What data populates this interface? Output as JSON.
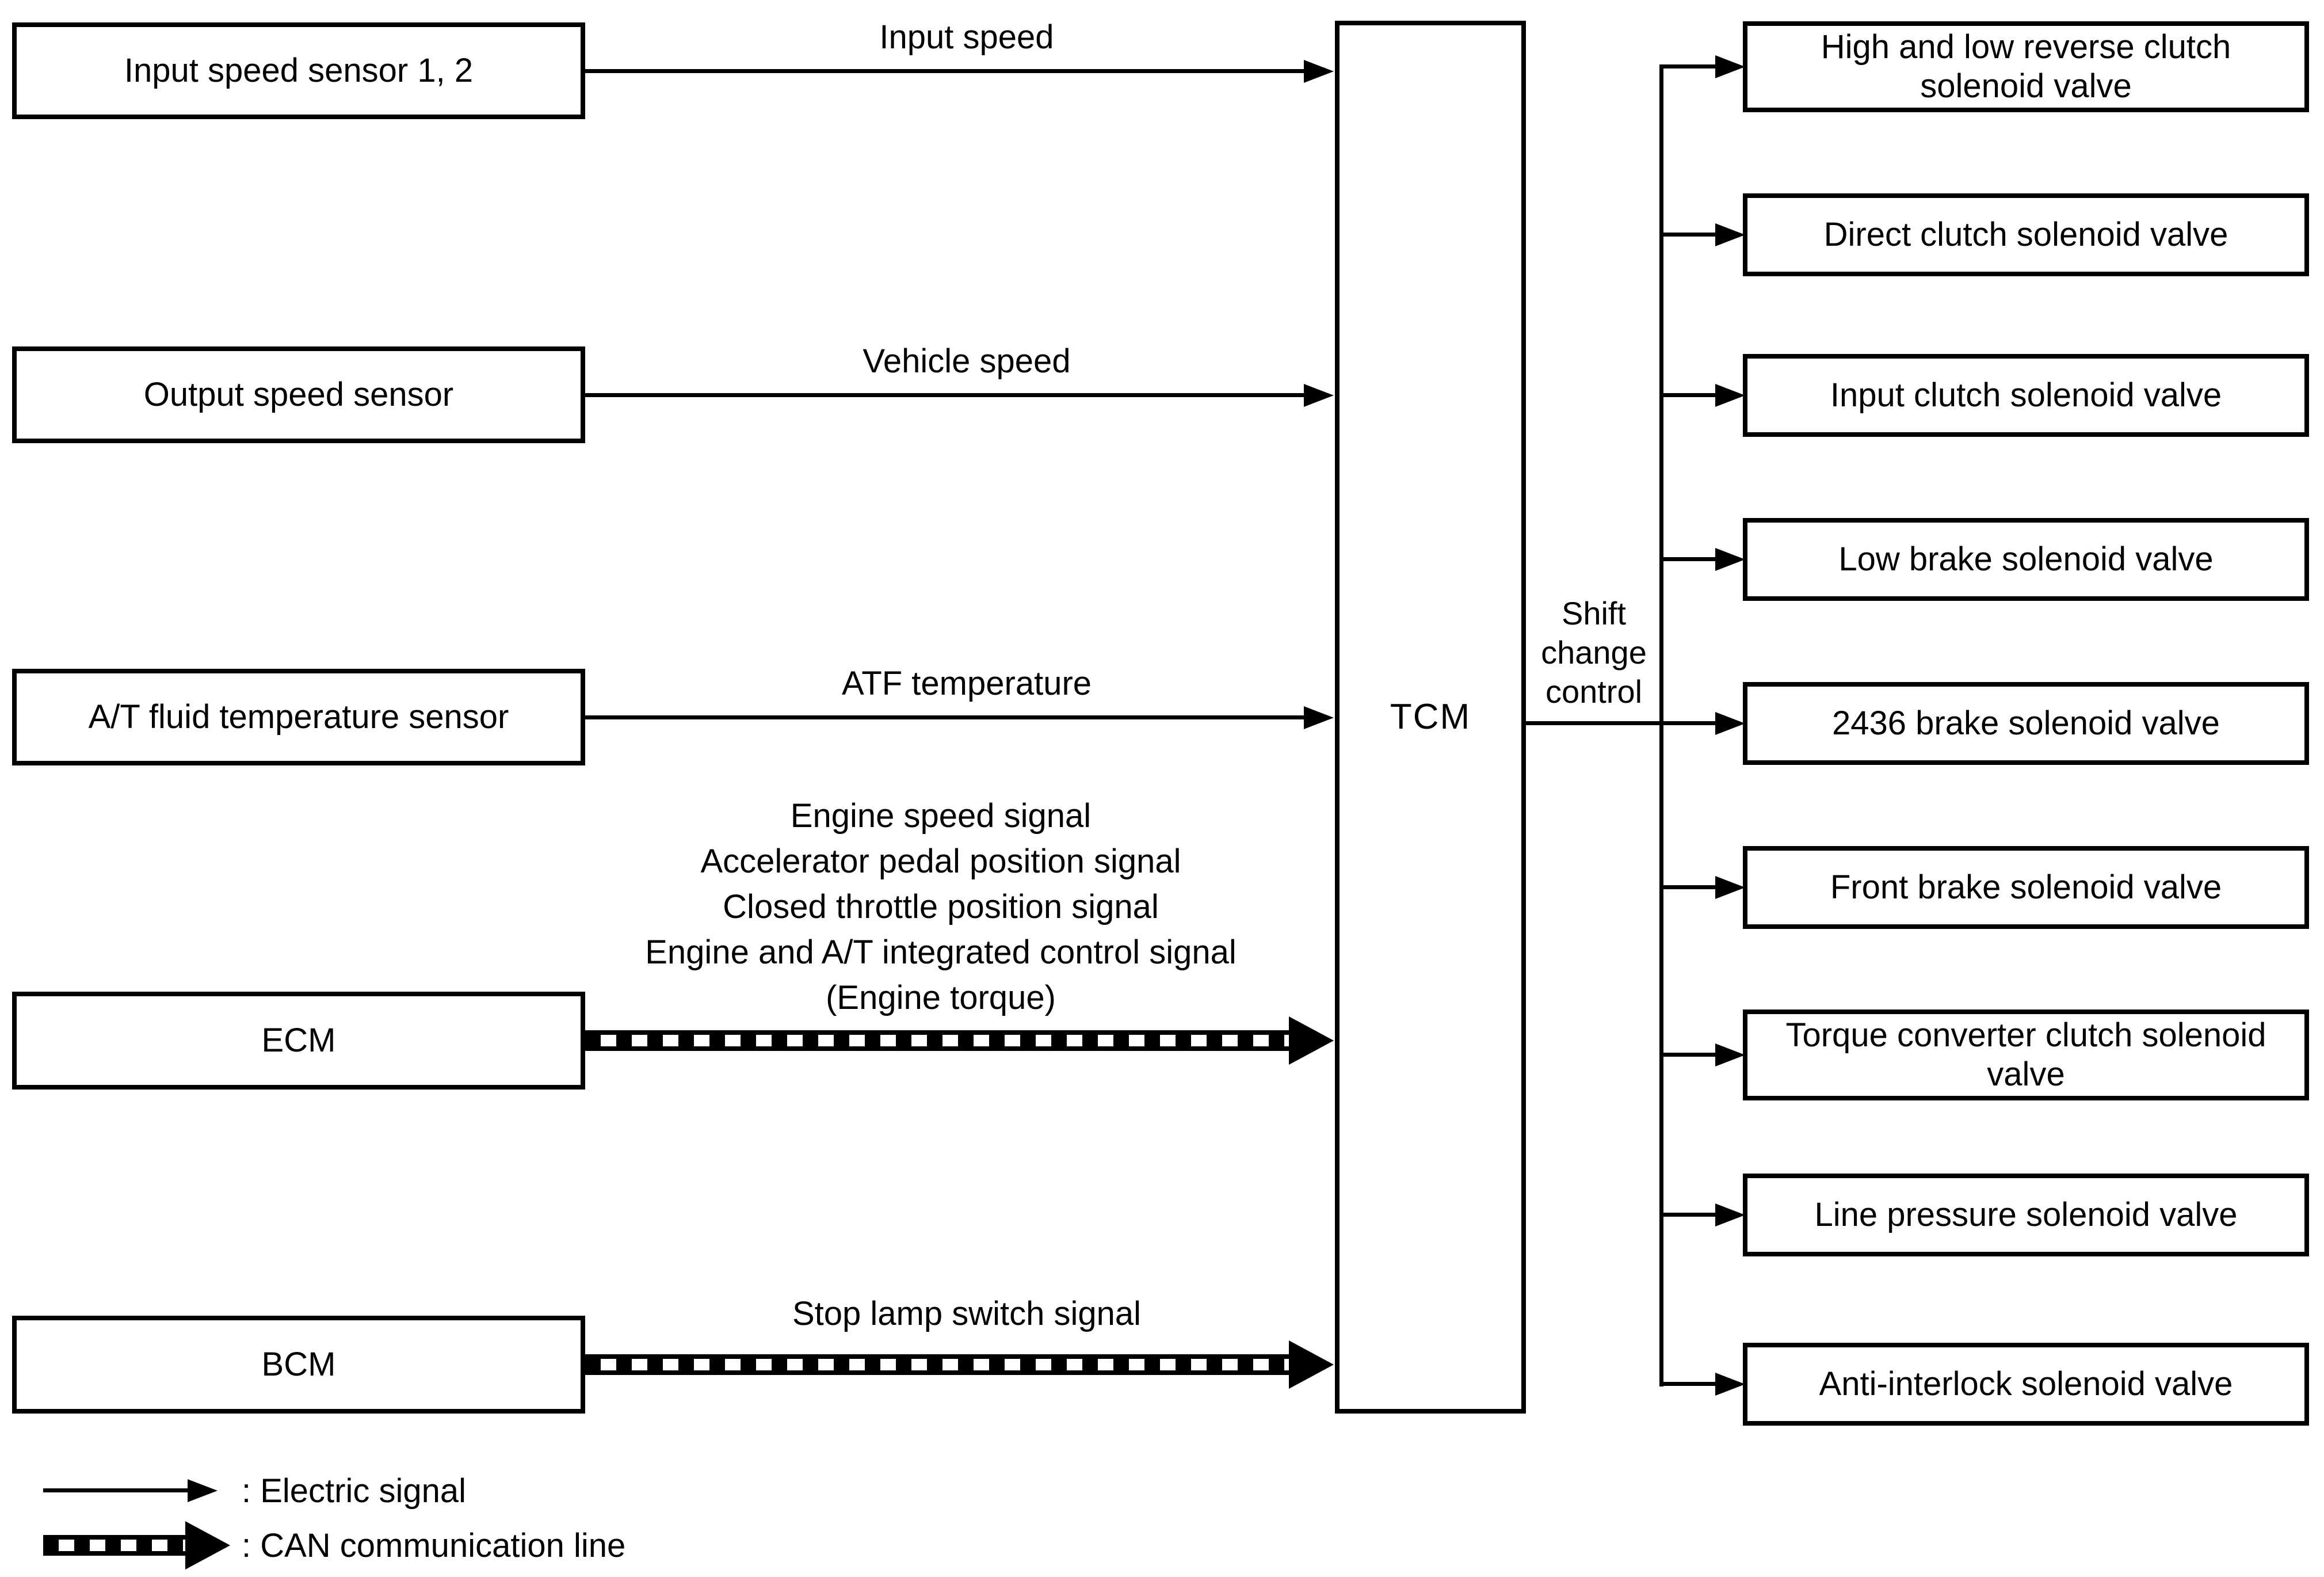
{
  "inputs": [
    {
      "label": "Input speed sensor 1, 2",
      "signal": "Input speed",
      "signal_type": "electric"
    },
    {
      "label": "Output speed sensor",
      "signal": "Vehicle speed",
      "signal_type": "electric"
    },
    {
      "label": "A/T fluid temperature sensor",
      "signal": "ATF temperature",
      "signal_type": "electric"
    },
    {
      "label": "ECM",
      "signal_lines": [
        "Engine speed signal",
        "Accelerator pedal position signal",
        "Closed throttle position signal",
        "Engine and A/T integrated control signal",
        "(Engine torque)"
      ],
      "signal_type": "can"
    },
    {
      "label": "BCM",
      "signal": "Stop lamp switch signal",
      "signal_type": "can"
    }
  ],
  "controller": {
    "label": "TCM",
    "output_label": "Shift change control"
  },
  "outputs": [
    {
      "label": "High and low reverse clutch solenoid valve"
    },
    {
      "label": "Direct clutch solenoid valve"
    },
    {
      "label": "Input clutch solenoid valve"
    },
    {
      "label": "Low brake solenoid valve"
    },
    {
      "label": "2436 brake solenoid valve"
    },
    {
      "label": "Front brake solenoid valve"
    },
    {
      "label": "Torque converter clutch solenoid valve"
    },
    {
      "label": "Line pressure solenoid valve"
    },
    {
      "label": "Anti-interlock solenoid valve"
    }
  ],
  "legend": {
    "electric": ": Electric signal",
    "can": ": CAN communication line"
  },
  "colors": {
    "line": "#000000",
    "background": "#ffffff"
  }
}
